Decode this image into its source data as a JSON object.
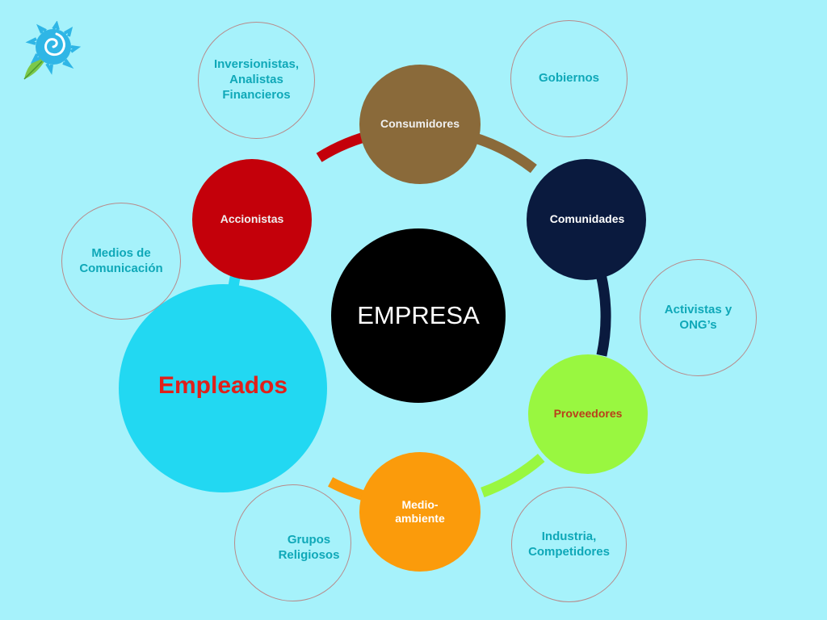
{
  "center": {
    "label": "EMPRESA",
    "color": "#000000",
    "text_color": "#ffffff"
  },
  "ring_nodes": [
    {
      "key": "consumidores",
      "label": "Consumidores",
      "color": "#8a6a3a",
      "text_color": "#f0f0f0"
    },
    {
      "key": "comunidades",
      "label": "Comunidades",
      "color": "#0a1a3e",
      "text_color": "#ffffff"
    },
    {
      "key": "proveedores",
      "label": "Proveedores",
      "color": "#99f740",
      "text_color": "#b8401a"
    },
    {
      "key": "medio_ambiente",
      "label": "Medio-\nambiente",
      "color": "#fb9b0b",
      "text_color": "#ffffff"
    },
    {
      "key": "empleados",
      "label": "Empleados",
      "color": "#22d8f2",
      "text_color": "#e0201a"
    },
    {
      "key": "accionistas",
      "label": "Accionistas",
      "color": "#c4000a",
      "text_color": "#f0f0f0"
    }
  ],
  "outer_nodes": [
    {
      "key": "inversionistas",
      "label": "Inversionistas,\nAnalistas\nFinancieros"
    },
    {
      "key": "gobiernos",
      "label": "Gobiernos"
    },
    {
      "key": "medios",
      "label": "Medios de\nComunicación"
    },
    {
      "key": "activistas",
      "label": "Activistas y\nONG’s"
    },
    {
      "key": "industria",
      "label": "Industria,\nCompetidores"
    },
    {
      "key": "grupos",
      "label": "Grupos\nReligiosos"
    }
  ],
  "connectors": [
    {
      "key": "accionistas-consumidores",
      "color": "#c4000a"
    },
    {
      "key": "consumidores-comunidades",
      "color": "#8a6a3a"
    },
    {
      "key": "comunidades-proveedores",
      "color": "#0a1a3e"
    },
    {
      "key": "proveedores-medio",
      "color": "#99f740"
    },
    {
      "key": "medio-empleados",
      "color": "#fb9b0b"
    },
    {
      "key": "empleados-accionistas",
      "color": "#22d8f2"
    }
  ],
  "colors": {
    "background": "#a6f2fb",
    "outer_text": "#0fa8b8",
    "outer_border": "#b88a8a"
  },
  "logo": {
    "name": "spiral-leaf-logo"
  }
}
